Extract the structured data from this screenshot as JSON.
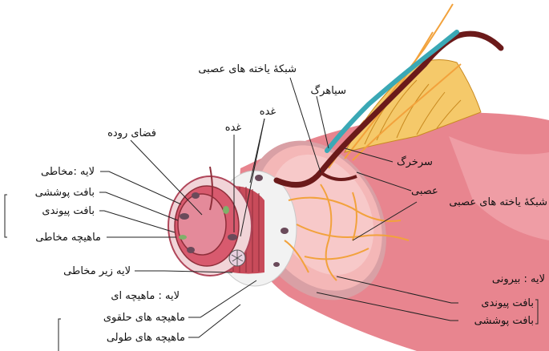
{
  "labels": {
    "nerve_plexus_top": "شبکهٔ یاخته های عصبی",
    "vein": "سیاهرگ",
    "gland_1": "غده",
    "gland_2": "غده",
    "lumen": "فضای روده",
    "mucosa_layer": "لایه :مخاطی",
    "epithelium": "بافت پوششی",
    "connective": "بافت پیوندی",
    "muscularis_mucosae": "ماهیچه مخاطی",
    "artery": "سرخرگ",
    "nerve": "عصبی",
    "nerve_plexus_right": "شبکهٔ یاخته های عصبی",
    "submucosa": "لایه زیر مخاطی",
    "muscular_layer": "لایه : ماهیچه ای",
    "circular_muscle": "ماهیچه های حلقوی",
    "longitudinal_muscle": "ماهیچه های طولی",
    "outer_layer": "لایه : بیرونی",
    "outer_connective": "بافت پیوندی",
    "outer_epithelium": "بافت پوششی"
  },
  "colors": {
    "serosa": "#e8858f",
    "muscle_pink": "#f4b7b7",
    "submucosa_white": "#f2f2f2",
    "mesentery_yellow": "#f5c96a",
    "nerve_orange": "#f2a23c",
    "artery_dark": "#6b1a1a",
    "vein_teal": "#3aa8b5",
    "lumen_fill": "#e48a9a",
    "mucosa_rim": "#b0465a"
  }
}
